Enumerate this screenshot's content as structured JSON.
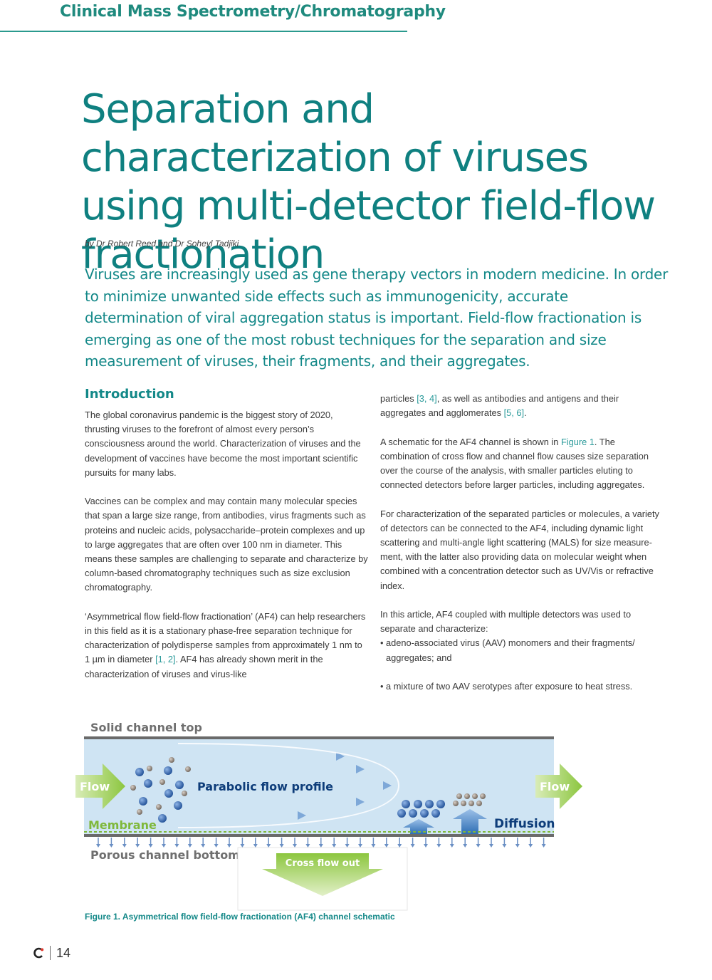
{
  "header": {
    "section": "Clinical Mass Spectrometry/Chromatography"
  },
  "article": {
    "title": "Separation and characterization of viruses using multi-detector field-flow fractionation",
    "byline": "by Dr Robert Reed and Dr Soheyl Tadjiki",
    "lead": "Viruses are increasingly used as gene therapy vectors in modern medicine. In order to minimize unwanted side effects such as immunogenicity, accurate determination of viral aggregation status is important. Field-flow fractionation is emerging as one of the most robust techniques for the separation and size measurement of viruses, their fragments, and their aggregates.",
    "intro_heading": "Introduction",
    "p1": "The global coronavirus pandemic is the biggest story of 2020, thrusting viruses to the forefront of almost every person’s consciousness around the world. Characterization of viruses and the development of vaccines have become the most important scientific pursuits for many labs.",
    "p2": "Vaccines can be complex and may contain many molecular species that span a large size range, from antibodies, virus fragments such as proteins and nucleic acids, polysaccharide–protein complexes and up to large aggregates that are often over 100 nm in diameter. This means these samples are challenging to separate and characterize by column-based chromatography techniques such as size exclusion chromatography.",
    "p3_a": "‘Asymmetrical flow field-flow fractionation’ (AF4) can help researchers in this field as it is a stationary phase-free separation technique for characterization of polydisperse samples from approximately 1 nm to 1 µm in diameter ",
    "p3_ref": "[1, 2]",
    "p3_b": ". AF4 has already shown merit in the characterization of viruses and virus-like",
    "p4_a": "particles ",
    "p4_ref1": "[3, 4]",
    "p4_b": ", as well as antibodies and antigens and their aggregates and agglomerates ",
    "p4_ref2": "[5, 6]",
    "p4_c": ".",
    "p5_a": "A schematic for the AF4 channel is shown in ",
    "p5_ref": "Figure 1",
    "p5_b": ". The combination of cross flow and channel flow causes size separation over the course of the analysis, with smaller particles eluting to connected detectors before larger particles, including aggregates.",
    "p6": "For characterization of the separated particles or molecules, a variety of detectors can be connected to the AF4, including dynamic light scattering and multi-angle light scattering (MALS) for size measure-ment, with the latter also providing data on molecular weight when combined with a concentration detector such as UV/Vis or refractive index.",
    "p7": "In this article, AF4 coupled with multiple detectors was used to separate and characterize:",
    "bullets": [
      "• adeno-associated virus (AAV) monomers and their fragments/ aggregates; and",
      "• a mixture of two AAV serotypes after exposure to heat stress."
    ]
  },
  "figure": {
    "label_top": "Solid channel top",
    "label_flow_in": "Flow",
    "label_flow_out": "Flow",
    "label_parabolic": "Parabolic flow profile",
    "label_membrane": "Membrane",
    "label_diffusion": "Diffusion",
    "label_bottom": "Porous channel bottom",
    "label_crossflow": "Cross flow out",
    "caption": "Figure 1. Asymmetrical flow field-flow fractionation (AF4) channel schematic",
    "colors": {
      "channel_fill": "#cfe4f3",
      "arrow_green": "#8cc63f",
      "membrane_green": "#7fb83a",
      "particle_blue": "#2f5fa8",
      "particle_grey": "#8a8078",
      "text_dark_blue": "#0e3d7a"
    }
  },
  "footer": {
    "page_number": "14"
  }
}
